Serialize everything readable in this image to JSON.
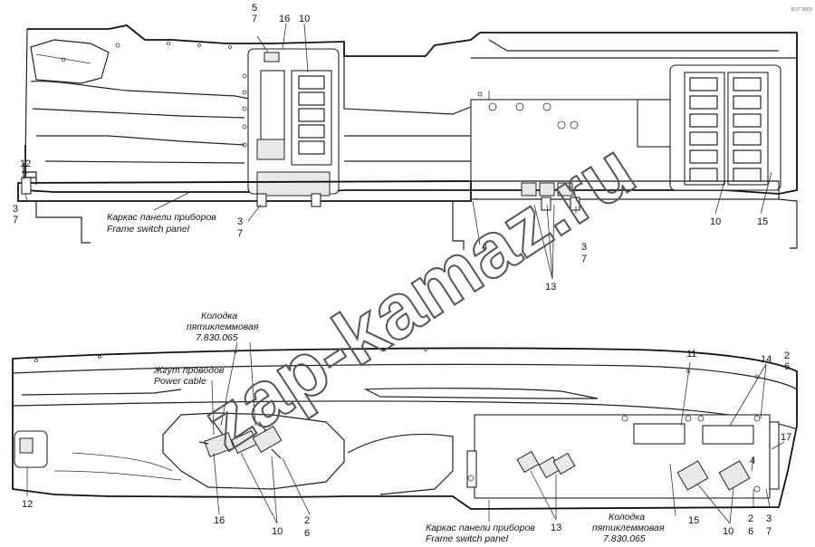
{
  "corner_code": "Б.07.0000",
  "watermark": "zap-kamaz.ru",
  "top_view": {
    "frame_label_ru": "Каркас панели приборов",
    "frame_label_en": "Frame switch panel",
    "callouts": {
      "c5": "5",
      "c7a": "7",
      "c16": "16",
      "c10": "10",
      "c12": "12",
      "c3a": "3",
      "c7b": "7",
      "c3b": "3",
      "c7c": "7",
      "c4": "4",
      "c13": "13",
      "c3c": "3",
      "c7d": "7",
      "c10b": "10",
      "c15": "15"
    }
  },
  "bottom_view": {
    "connector_label_ru_1": "Колодка",
    "connector_label_ru_2": "пятиклеммовая",
    "connector_part": "7.830.065",
    "harness_label_ru": "Жгут проводов",
    "harness_label_en": "Power cable",
    "frame_label_ru": "Каркас панели приборов",
    "frame_label_en": "Frame switch panel",
    "connector2_label_ru_1": "Колодка",
    "connector2_label_ru_2": "пятиклеммовая",
    "connector2_part": "7.830.065",
    "callouts": {
      "c11": "11",
      "c14": "14",
      "c2a": "2",
      "c6a": "6",
      "c17": "17",
      "c4": "4",
      "c12": "12",
      "c16": "16",
      "c10a": "10",
      "c2b": "2",
      "c6b": "6",
      "c13": "13",
      "c15": "15",
      "c10b": "10",
      "c2c": "2",
      "c6c": "6",
      "c3": "3",
      "c7": "7"
    }
  }
}
